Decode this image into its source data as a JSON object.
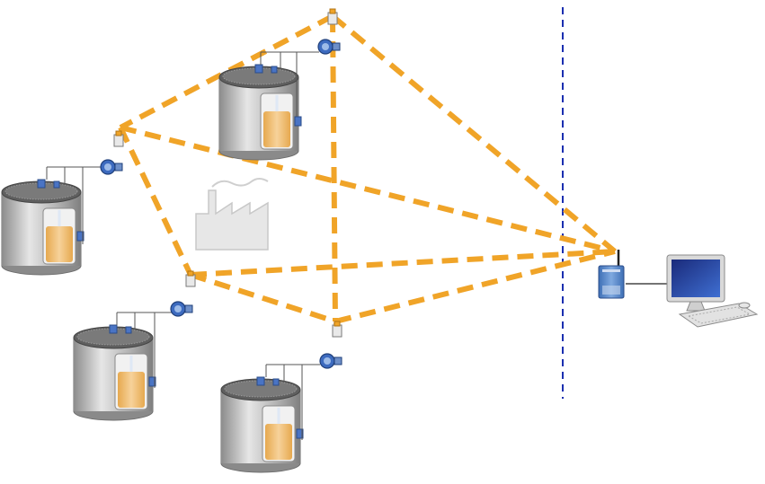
{
  "diagram": {
    "title": "",
    "nodes": [
      {
        "id": "tank-top",
        "kind": "storage-tank"
      },
      {
        "id": "tank-left",
        "kind": "storage-tank"
      },
      {
        "id": "tank-bottom-left",
        "kind": "storage-tank"
      },
      {
        "id": "tank-bottom-center",
        "kind": "storage-tank"
      },
      {
        "id": "factory",
        "kind": "factory-icon"
      },
      {
        "id": "gateway",
        "kind": "wireless-gateway"
      },
      {
        "id": "computer",
        "kind": "workstation"
      }
    ],
    "mesh_links": [
      [
        "adapter-top",
        "adapter-left"
      ],
      [
        "adapter-top",
        "adapter-center"
      ],
      [
        "adapter-top",
        "gateway"
      ],
      [
        "adapter-left",
        "adapter-bottom"
      ],
      [
        "adapter-left",
        "gateway"
      ],
      [
        "adapter-bottom",
        "adapter-center"
      ],
      [
        "adapter-bottom",
        "gateway"
      ],
      [
        "adapter-center",
        "gateway"
      ]
    ],
    "wired_links": [
      [
        "gateway",
        "computer"
      ]
    ],
    "boundary": "dashed-vertical-line",
    "colors": {
      "mesh_link": "#f0a428",
      "boundary": "#1a2fb0",
      "tank_body": "#b9b9b9",
      "tank_liquid": "#f3c57a",
      "transmitter": "#3d6bbf",
      "gateway": "#5e8fd0",
      "factory": "#e7e7e7"
    }
  }
}
